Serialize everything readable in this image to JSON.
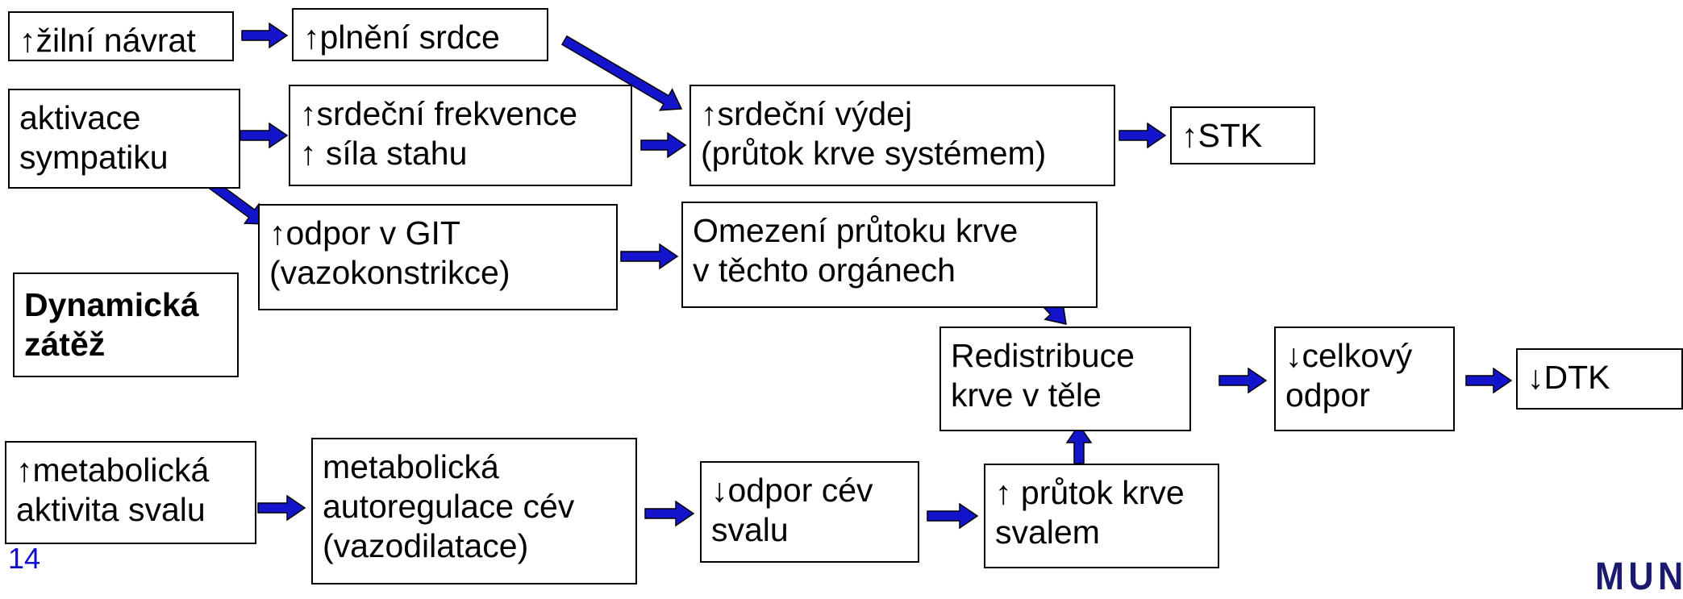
{
  "diagram": {
    "boxes": {
      "zilni_navrat": "↑žilní návrat",
      "plneni_srdce": "↑plnění srdce",
      "aktivace_sympatiku": "aktivace\nsympatiku",
      "srdecni_frekvence": "↑srdeční frekvence\n↑ síla stahu",
      "srdecni_vydej": "↑srdeční výdej\n(průtok krve systémem)",
      "stk": "↑STK",
      "odpor_git": "↑odpor v GIT\n(vazokonstrikce)",
      "omezeni_prutoku": "Omezení průtoku krve\nv těchto orgánech",
      "dynamicka_zatez": "Dynamická\nzátěž",
      "redistribuce": "Redistribuce\nkrve v těle",
      "celkovy_odpor": "↓celkový\nodpor",
      "dtk": "↓DTK",
      "metabolicka_aktivita": "↑metabolická\naktivita svalu",
      "metabolicka_autoregulace": "metabolická\nautoregulace cév\n(vazodilatace)",
      "odpor_cev": "↓odpor cév\nsvalu",
      "prutok_svalem": "↑ průtok krve\nsvalem"
    },
    "arrow_color": "#1414cc"
  },
  "page_number": "14",
  "logo_text": "MUNI"
}
